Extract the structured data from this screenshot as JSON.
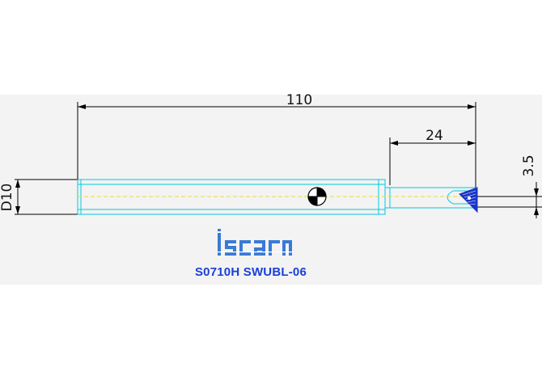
{
  "dimensions": {
    "overall_length": "110",
    "head_length": "24",
    "offset": "3.5",
    "shank_diameter": "D10"
  },
  "part_number": "S0710H SWUBL-06",
  "logo": {
    "brand": "iscar",
    "color": "#3a7ad6"
  },
  "colors": {
    "tool_outline": "#00c8e0",
    "centerline": "#e8d840",
    "dimension_lines": "#000000",
    "part_number": "#1a3fd9",
    "insert": "#1a34c8"
  }
}
